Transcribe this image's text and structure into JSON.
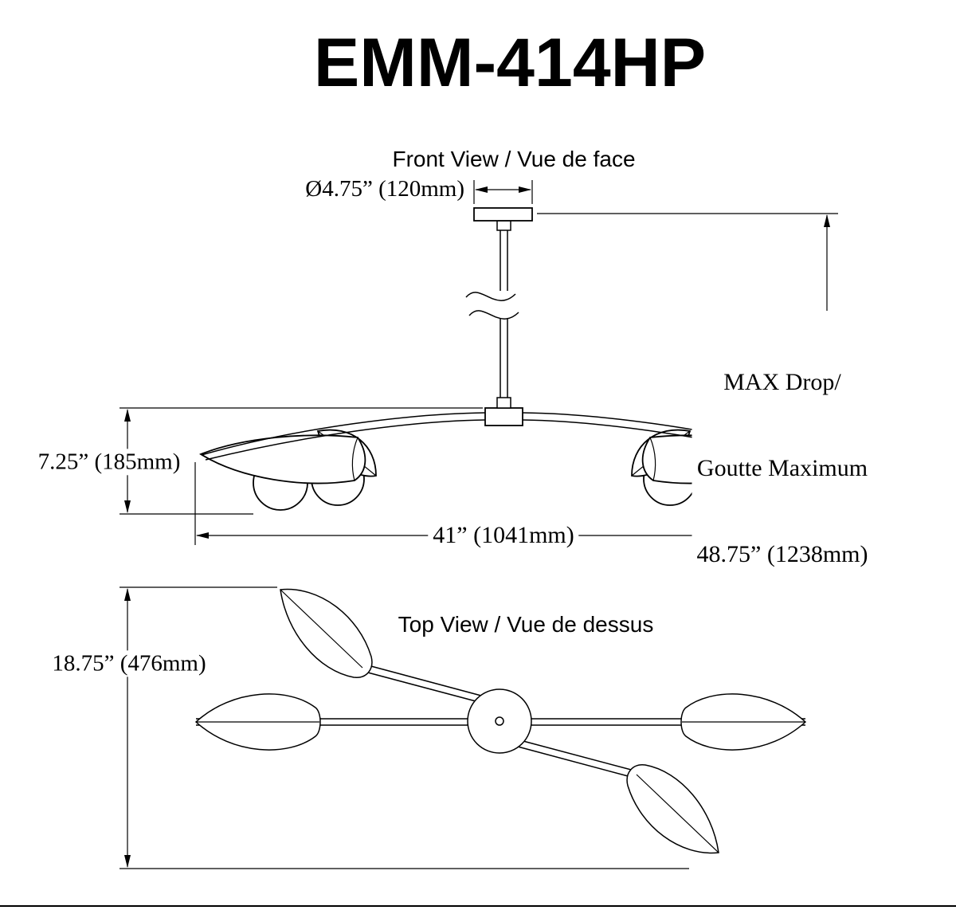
{
  "title": "EMM-414HP",
  "front_view": {
    "label": "Front View / Vue de face",
    "canopy_diameter": "Ø4.75” (120mm)",
    "max_drop": {
      "line1": "MAX Drop/",
      "line2": "Goutte Maximum",
      "line3": "48.75” (1238mm)"
    },
    "shade_height": "7.25” (185mm)",
    "width": "41” (1041mm)"
  },
  "top_view": {
    "label": "Top View / Vue de dessus",
    "depth": "18.75” (476mm)"
  },
  "colors": {
    "line": "#000000",
    "background": "#ffffff"
  }
}
